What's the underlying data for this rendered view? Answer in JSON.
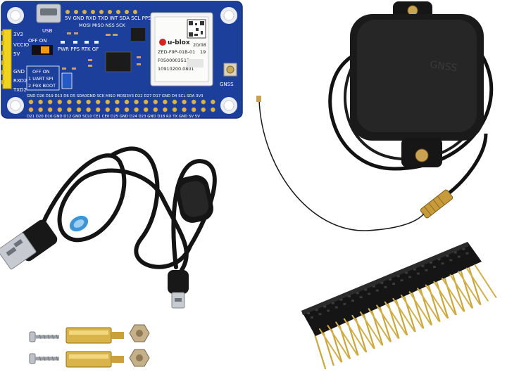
{
  "board": {
    "header_left": [
      "3V3",
      "VCCIO",
      "5V",
      "GND",
      "RXD2",
      "TXD2"
    ],
    "usb_label": "USB",
    "off_on_label": "OFF   ON",
    "top_pins": "5V GND RXD TXD INT SDA SCL PPS RTK",
    "top_pins2": "MOSI MISO  NSS SCK",
    "led_labels": "PWR  PPS  RTK  GF",
    "switch_rows": [
      "OFF  ON",
      "1 UART  SPI",
      "2 F9X  BOOT"
    ],
    "gnss_label": "GNSS",
    "bottom_row1": "GND D26 D19 D13 D6  D5 SDA0GND SCK MISO MOSI3V3 D22 D27 D17 GND D4 SCL SDA 3V3",
    "bottom_row2": "D21 D20 D16 GND D12 GND SCL0 CE1 CE0 D25 GND D24 D23 GND D18  RX  TX GND 5V  5V"
  },
  "module": {
    "logo": "u-blox",
    "model": "ZED-F9P-01B-01",
    "serial": "F0500003513",
    "code": "10910200.0801",
    "year": "19",
    "date": "20/08"
  },
  "antenna": {
    "engraving": "GNSS"
  }
}
